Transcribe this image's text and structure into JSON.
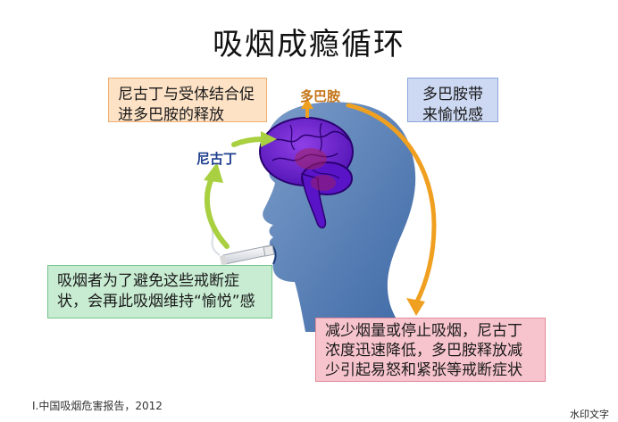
{
  "title": "吸烟成瘾循环",
  "labels": {
    "dopamine": "多巴胺",
    "nicotine": "尼古丁"
  },
  "boxes": {
    "nicotine_binding": "尼古丁与受体结合促进多巴胺的释放",
    "dopamine_pleasure": "多巴胺带来愉悦感",
    "smoker_again": "吸烟者为了避免这些戒断症状，会再此吸烟维持“愉悦”感",
    "reduce_smoking": "减少烟量或停止吸烟，尼古丁浓度迅速降低，多巴胺释放减少引起易怒和紧张等戒断症状"
  },
  "source": "I.中国吸烟危害报告，2012",
  "watermark": "水印文字",
  "colors": {
    "head": "#5b82b8",
    "brain": "#6a18d8",
    "orange_arrow": "#f0a020",
    "green_arrow": "#a8d040"
  }
}
